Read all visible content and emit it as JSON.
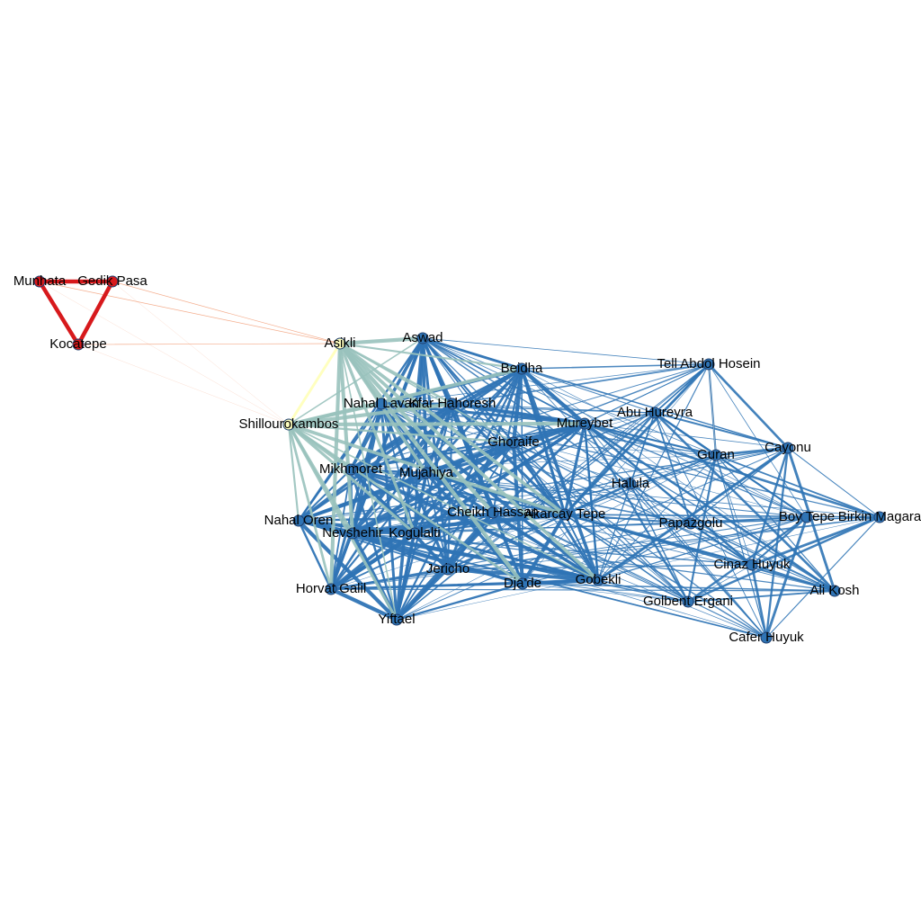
{
  "colors": {
    "blue": "#2f74b5",
    "red": "#d7191c",
    "teal": "#99c2bc",
    "yellow": "#ffffbf",
    "orange": "#f08a5d",
    "gray": "#cccccc"
  },
  "nodes": [
    {
      "id": "Munhata",
      "label": "Munhata",
      "community": "red"
    },
    {
      "id": "GedikPasa",
      "label": "Gedik Pasa",
      "community": "red"
    },
    {
      "id": "Kocatepe",
      "label": "Kocatepe",
      "community": "red"
    },
    {
      "id": "Asikli",
      "label": "Asikli",
      "community": "yellow"
    },
    {
      "id": "Shillourokambos",
      "label": "Shillourokambos",
      "community": "yellow"
    },
    {
      "id": "Aswad",
      "label": "Aswad",
      "community": "blue"
    },
    {
      "id": "TellAbdolHosein",
      "label": "Tell Abdol Hosein",
      "community": "blue"
    },
    {
      "id": "Beidha",
      "label": "Beidha",
      "community": "blue"
    },
    {
      "id": "NahalLavan",
      "label": "Nahal Lavan",
      "community": "blue"
    },
    {
      "id": "KfarHahoresh",
      "label": "Kfar Hahoresh",
      "community": "blue"
    },
    {
      "id": "Mureybet",
      "label": "Mureybet",
      "community": "blue"
    },
    {
      "id": "AbuHureyra",
      "label": "Abu Hureyra",
      "community": "blue"
    },
    {
      "id": "Ghoraife",
      "label": "Ghoraife",
      "community": "blue"
    },
    {
      "id": "Guran",
      "label": "Guran",
      "community": "blue"
    },
    {
      "id": "Cayonu",
      "label": "Cayonu",
      "community": "blue"
    },
    {
      "id": "Mikhmoret",
      "label": "Mikhmoret",
      "community": "blue"
    },
    {
      "id": "Mujahiya",
      "label": "Mujahiya",
      "community": "blue"
    },
    {
      "id": "Halula",
      "label": "Halula",
      "community": "blue"
    },
    {
      "id": "CheikhHassan",
      "label": "Cheikh Hassan",
      "community": "blue"
    },
    {
      "id": "AkarcayTepe",
      "label": "Akarcay Tepe",
      "community": "blue"
    },
    {
      "id": "NahalOren",
      "label": "Nahal Oren",
      "community": "blue"
    },
    {
      "id": "Papazgolu",
      "label": "Papazgolu",
      "community": "blue"
    },
    {
      "id": "BoyTepe",
      "label": "Boy Tepe",
      "community": "blue"
    },
    {
      "id": "BirkinMagara",
      "label": "Birkin Magara",
      "community": "blue"
    },
    {
      "id": "Nevshehir",
      "label": "Nevshehir",
      "community": "blue"
    },
    {
      "id": "Kogulalti",
      "label": "Kogulalti",
      "community": "blue"
    },
    {
      "id": "CinazHuyuk",
      "label": "Cinaz Huyuk",
      "community": "blue"
    },
    {
      "id": "Jericho",
      "label": "Jericho",
      "community": "blue"
    },
    {
      "id": "Djade",
      "label": "Dja'de",
      "community": "blue"
    },
    {
      "id": "Gobekli",
      "label": "Gobekli",
      "community": "blue"
    },
    {
      "id": "HorvatGalil",
      "label": "Horvat Galil",
      "community": "blue"
    },
    {
      "id": "AliKosh",
      "label": "Ali Kosh",
      "community": "blue"
    },
    {
      "id": "GolbentErgani",
      "label": "Golbent Ergani",
      "community": "blue"
    },
    {
      "id": "Yiftael",
      "label": "Yiftael",
      "community": "blue"
    },
    {
      "id": "CaferHuyuk",
      "label": "Cafer Huyuk",
      "community": "blue"
    }
  ]
}
